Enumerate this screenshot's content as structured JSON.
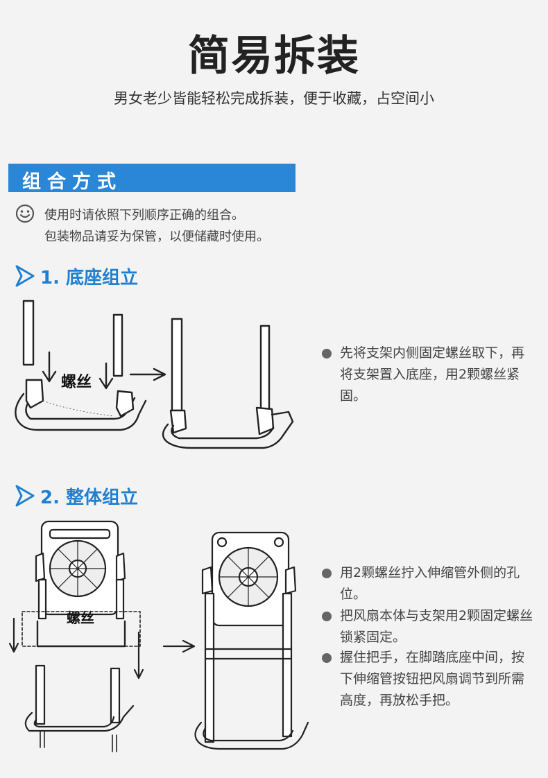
{
  "header": {
    "title": "简易拆装",
    "subtitle": "男女老少皆能轻松完成拆装，便于收藏，占空间小"
  },
  "section": {
    "label": "组合方式"
  },
  "intro": {
    "icon": "smiley-icon",
    "lines": [
      "使用时请依照下列顺序正确的组合。",
      "包装物品请妥为保管，以便储藏时使用。"
    ]
  },
  "steps": [
    {
      "title": "1. 底座组立",
      "diagram_label": "螺丝",
      "bullets": [
        "先将支架内侧固定螺丝取下，再将支架置入底座，用2颗螺丝紧固。"
      ]
    },
    {
      "title": "2. 整体组立",
      "diagram_label": "螺丝",
      "bullets": [
        "用2颗螺丝拧入伸缩管外侧的孔位。",
        "把风扇本体与支架用2颗固定螺丝锁紧固定。",
        "握住把手，在脚踏底座中间，按下伸缩管按钮把风扇调节到所需高度，再放松手把。"
      ]
    }
  ],
  "colors": {
    "accent": "#2a86d6",
    "step_title": "#1f7fd0",
    "bullet": "#666666"
  }
}
